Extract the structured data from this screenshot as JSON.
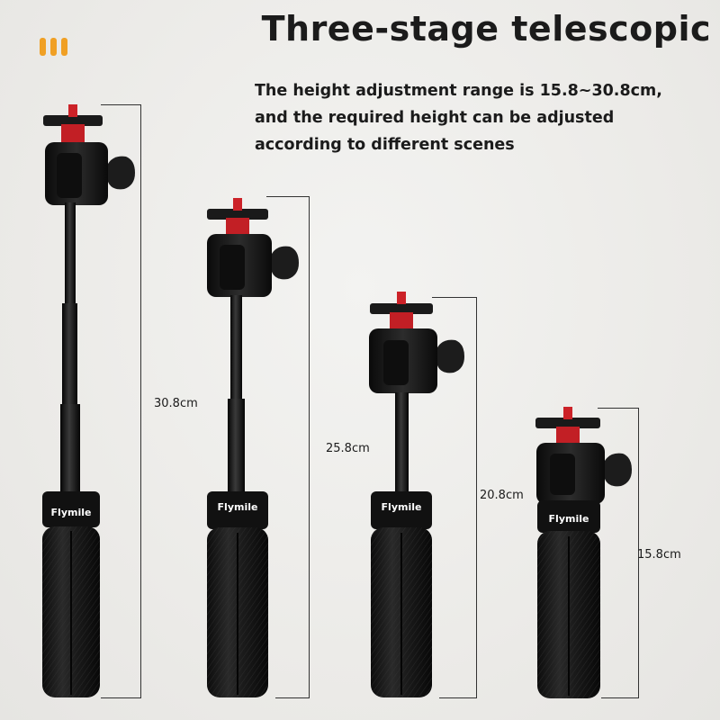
{
  "title": "Three-stage telescopic",
  "description": [
    "The height adjustment range is 15.8~30.8cm,",
    "and the required height can be adjusted",
    "according to different scenes"
  ],
  "brand": "Flymile",
  "colors": {
    "accent": "#f0a024",
    "screw": "#d0232a",
    "stand_body": "#141414"
  },
  "stands": [
    {
      "height_label": "30.8cm",
      "height_cm": 30.8,
      "brand_label": "Flymile"
    },
    {
      "height_label": "25.8cm",
      "height_cm": 25.8,
      "brand_label": "Flymile"
    },
    {
      "height_label": "20.8cm",
      "height_cm": 20.8,
      "brand_label": "Flymile"
    },
    {
      "height_label": "15.8cm",
      "height_cm": 15.8,
      "brand_label": "Flymile"
    }
  ]
}
